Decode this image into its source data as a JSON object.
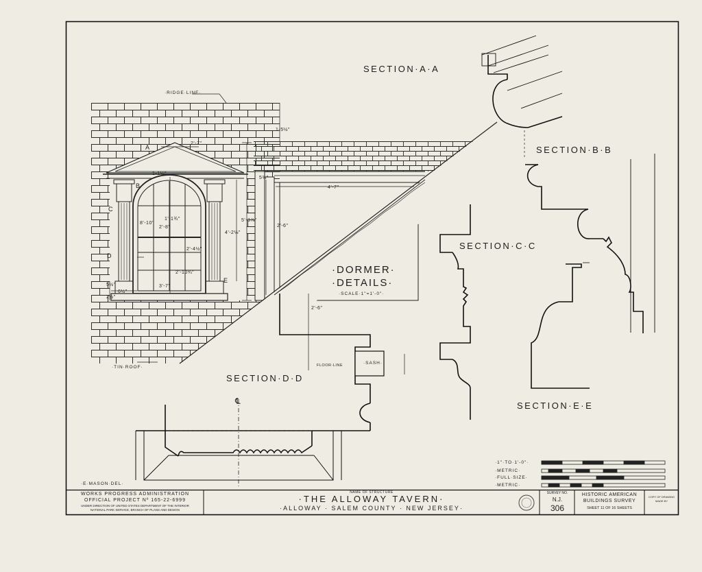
{
  "sections": {
    "a": "SECTION·A·A",
    "b": "SECTION·B·B",
    "c": "SECTION·C·C",
    "d": "SECTION·D·D",
    "e": "SECTION·E·E"
  },
  "dormer": {
    "title_line1": "·DORMER·",
    "title_line2": "·DETAILS·",
    "scale": "·SCALE·1\"=1'-0\"·"
  },
  "labels": {
    "ridge_line": "·RIDGE·LINE·",
    "tin_roof": "·TIN·ROOF·",
    "sash": "·SASH·",
    "drawn_by": "·E·MASON·DEL·",
    "centerline": "℄",
    "letters": [
      "A",
      "B",
      "C",
      "D",
      "E"
    ]
  },
  "dimensions": {
    "top": "1-5½\"",
    "ped_width": "2'-7\"",
    "arch": "1-1½\"",
    "width_pane": "1'-1¾\"",
    "center": "2'-8\"",
    "sash_h": "8'-10\"",
    "total_h": "5'-3⅞\"",
    "column_h": "4'-2⅛\"",
    "lower1": "2'-4½\"",
    "lower2": "2'-10¾\"",
    "width_bottom": "3'-7\"",
    "base_a": "5½\"",
    "base_b": "6½\"",
    "base_c": "2½\"",
    "right_width": "4'-7\"",
    "right_h": "2'-6\"",
    "right_small": "5⅜\"",
    "d_h": "2'-6\"",
    "d_floor": "FLOOR·LINE"
  },
  "scale_bars": {
    "labels": [
      "·1\"·TO·1'-0\"·",
      "·METRIC·",
      "·FULL·SIZE·",
      "·METRIC·"
    ]
  },
  "title_block": {
    "left": {
      "line1": "WORKS  PROGRESS  ADMINISTRATION",
      "line2": "OFFICIAL  PROJECT  Nº 165-22-6999",
      "line3": "UNDER DIRECTION OF UNITED STATES DEPARTMENT OF THE INTERIOR",
      "line4": "NATIONAL PARK SERVICE, BRANCH OF PLANS AND DESIGN"
    },
    "name_label": "NAME OF STRUCTURE",
    "structure": "·THE  ALLOWAY  TAVERN·",
    "location": "·ALLOWAY · SALEM COUNTY · NEW JERSEY·",
    "survey_label": "SURVEY NO.",
    "survey_state": "N.J.",
    "survey_no": "306",
    "habs_line1": "HISTORIC AMERICAN",
    "habs_line2": "BUILDINGS SURVEY",
    "sheet": "SHEET 11 OF 16 SHEETS",
    "copy_line1": "COPY OF DRAWING",
    "copy_line2": "MADE BY"
  }
}
